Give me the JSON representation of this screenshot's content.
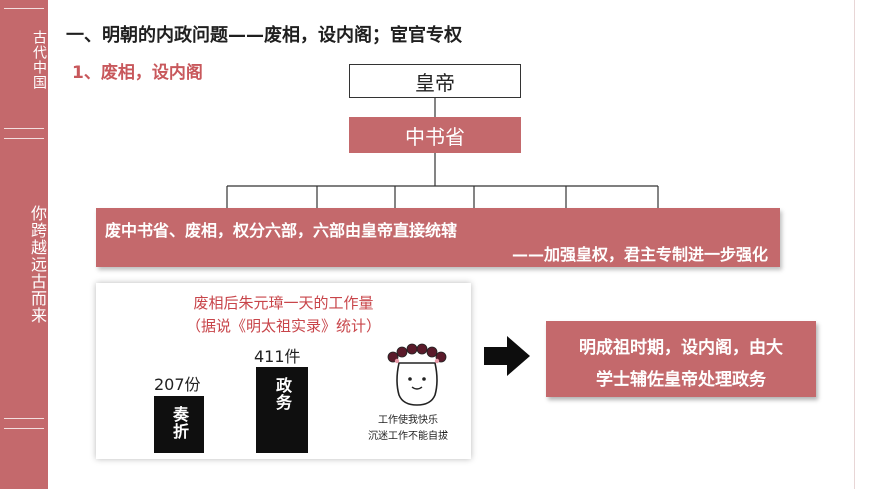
{
  "sidebar": {
    "top_text": "古代中国",
    "bottom_text": "你跨越远古而来"
  },
  "heading": "一、明朝的内政问题——废相，设内阁；宦官专权",
  "subheading": "1、废相，设内阁",
  "diagram": {
    "top": "皇帝",
    "middle": "中书省",
    "banner_line1": "废中书省、废相，权分六部，六部由皇帝直接统辖",
    "banner_line2": "——加强皇权，君主专制进一步强化"
  },
  "workload_card": {
    "title": "废相后朱元璋一天的工作量",
    "source": "（据说《明太祖实录》统计）",
    "bars": [
      {
        "label": "奏折",
        "value_text": "207份",
        "value": 207
      },
      {
        "label": "政务",
        "value_text": "411件",
        "value": 411
      }
    ],
    "caption_line1": "工作使我快乐",
    "caption_line2": "沉迷工作不能自拔"
  },
  "callout": {
    "line1": "明成祖时期，设内阁，由大",
    "line2": "学士辅佐皇帝处理政务"
  },
  "colors": {
    "accent": "#c4696c",
    "heading_red": "#c8585c",
    "bar": "#0f0f0f"
  }
}
